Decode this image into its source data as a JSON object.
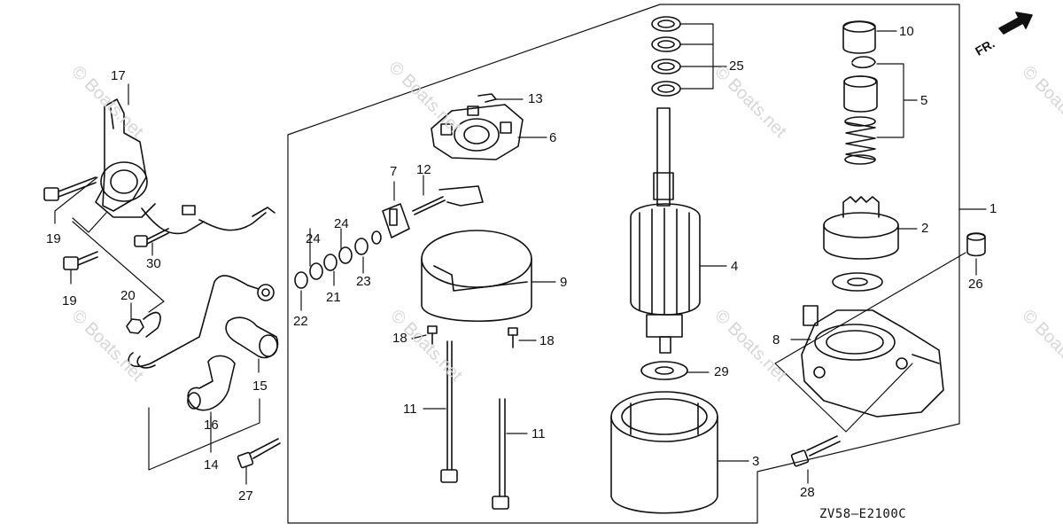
{
  "diagram": {
    "code": "ZV58—E2100C",
    "direction_label": "FR.",
    "watermark": "© Boats.net",
    "callouts": {
      "c1": "1",
      "c2": "2",
      "c3": "3",
      "c4": "4",
      "c5": "5",
      "c6": "6",
      "c7": "7",
      "c8": "8",
      "c9": "9",
      "c10": "10",
      "c11a": "11",
      "c11b": "11",
      "c12": "12",
      "c13": "13",
      "c14": "14",
      "c15": "15",
      "c16": "16",
      "c17": "17",
      "c18a": "18",
      "c18b": "18",
      "c19a": "19",
      "c19b": "19",
      "c20": "20",
      "c21": "21",
      "c22": "22",
      "c23": "23",
      "c24a": "24",
      "c24b": "24",
      "c25": "25",
      "c26": "26",
      "c27": "27",
      "c28": "28",
      "c29": "29",
      "c30": "30"
    }
  }
}
